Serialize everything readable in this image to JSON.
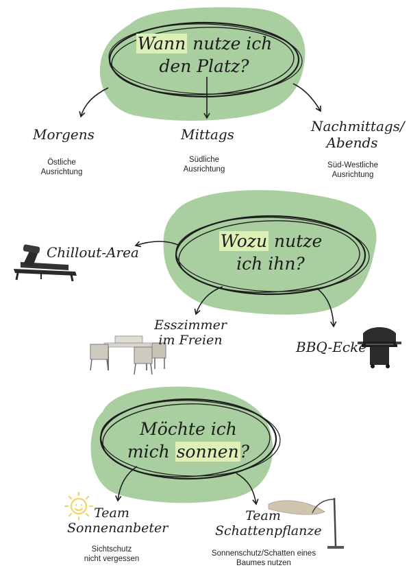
{
  "colors": {
    "blob": "#a9cfa0",
    "highlight": "#dff0b6",
    "ink": "#1c1c1c"
  },
  "section1": {
    "question": {
      "line1_highlight": "Wann",
      "line1_rest": " nutze ich",
      "line2": "den Platz?"
    },
    "branches": [
      {
        "title": "Morgens",
        "sub_line1": "Östliche",
        "sub_line2": "Ausrichtung"
      },
      {
        "title": "Mittags",
        "sub_line1": "Südliche",
        "sub_line2": "Ausrichtung"
      },
      {
        "title_line1": "Nachmittags/",
        "title_line2": "Abends",
        "sub_line1": "Süd-Westliche",
        "sub_line2": "Ausrichtung"
      }
    ]
  },
  "section2": {
    "question": {
      "line1_highlight": "Wozu",
      "line1_rest": " nutze",
      "line2": "ich ihn?"
    },
    "branches": [
      {
        "title": "Chillout-Area",
        "icon": "lounger-icon"
      },
      {
        "title_line1": "Esszimmer",
        "title_line2": "im Freien",
        "icon": "dining-set-icon"
      },
      {
        "title": "BBQ-Ecke",
        "icon": "grill-icon"
      }
    ]
  },
  "section3": {
    "question": {
      "line1": "Möchte ich",
      "line2_pre": "mich ",
      "line2_highlight": "sonnen",
      "line2_post": "?"
    },
    "branches": [
      {
        "title_line1": "Team",
        "title_line2": "Sonnenanbeter",
        "sub_line1": "Sichtschutz",
        "sub_line2": "nicht vergessen",
        "icon": "sun-icon"
      },
      {
        "title_line1": "Team",
        "title_line2": "Schattenpflanze",
        "sub_line1": "Sonnenschutz/Schatten eines",
        "sub_line2": "Baumes nutzen",
        "icon": "umbrella-icon"
      }
    ]
  }
}
